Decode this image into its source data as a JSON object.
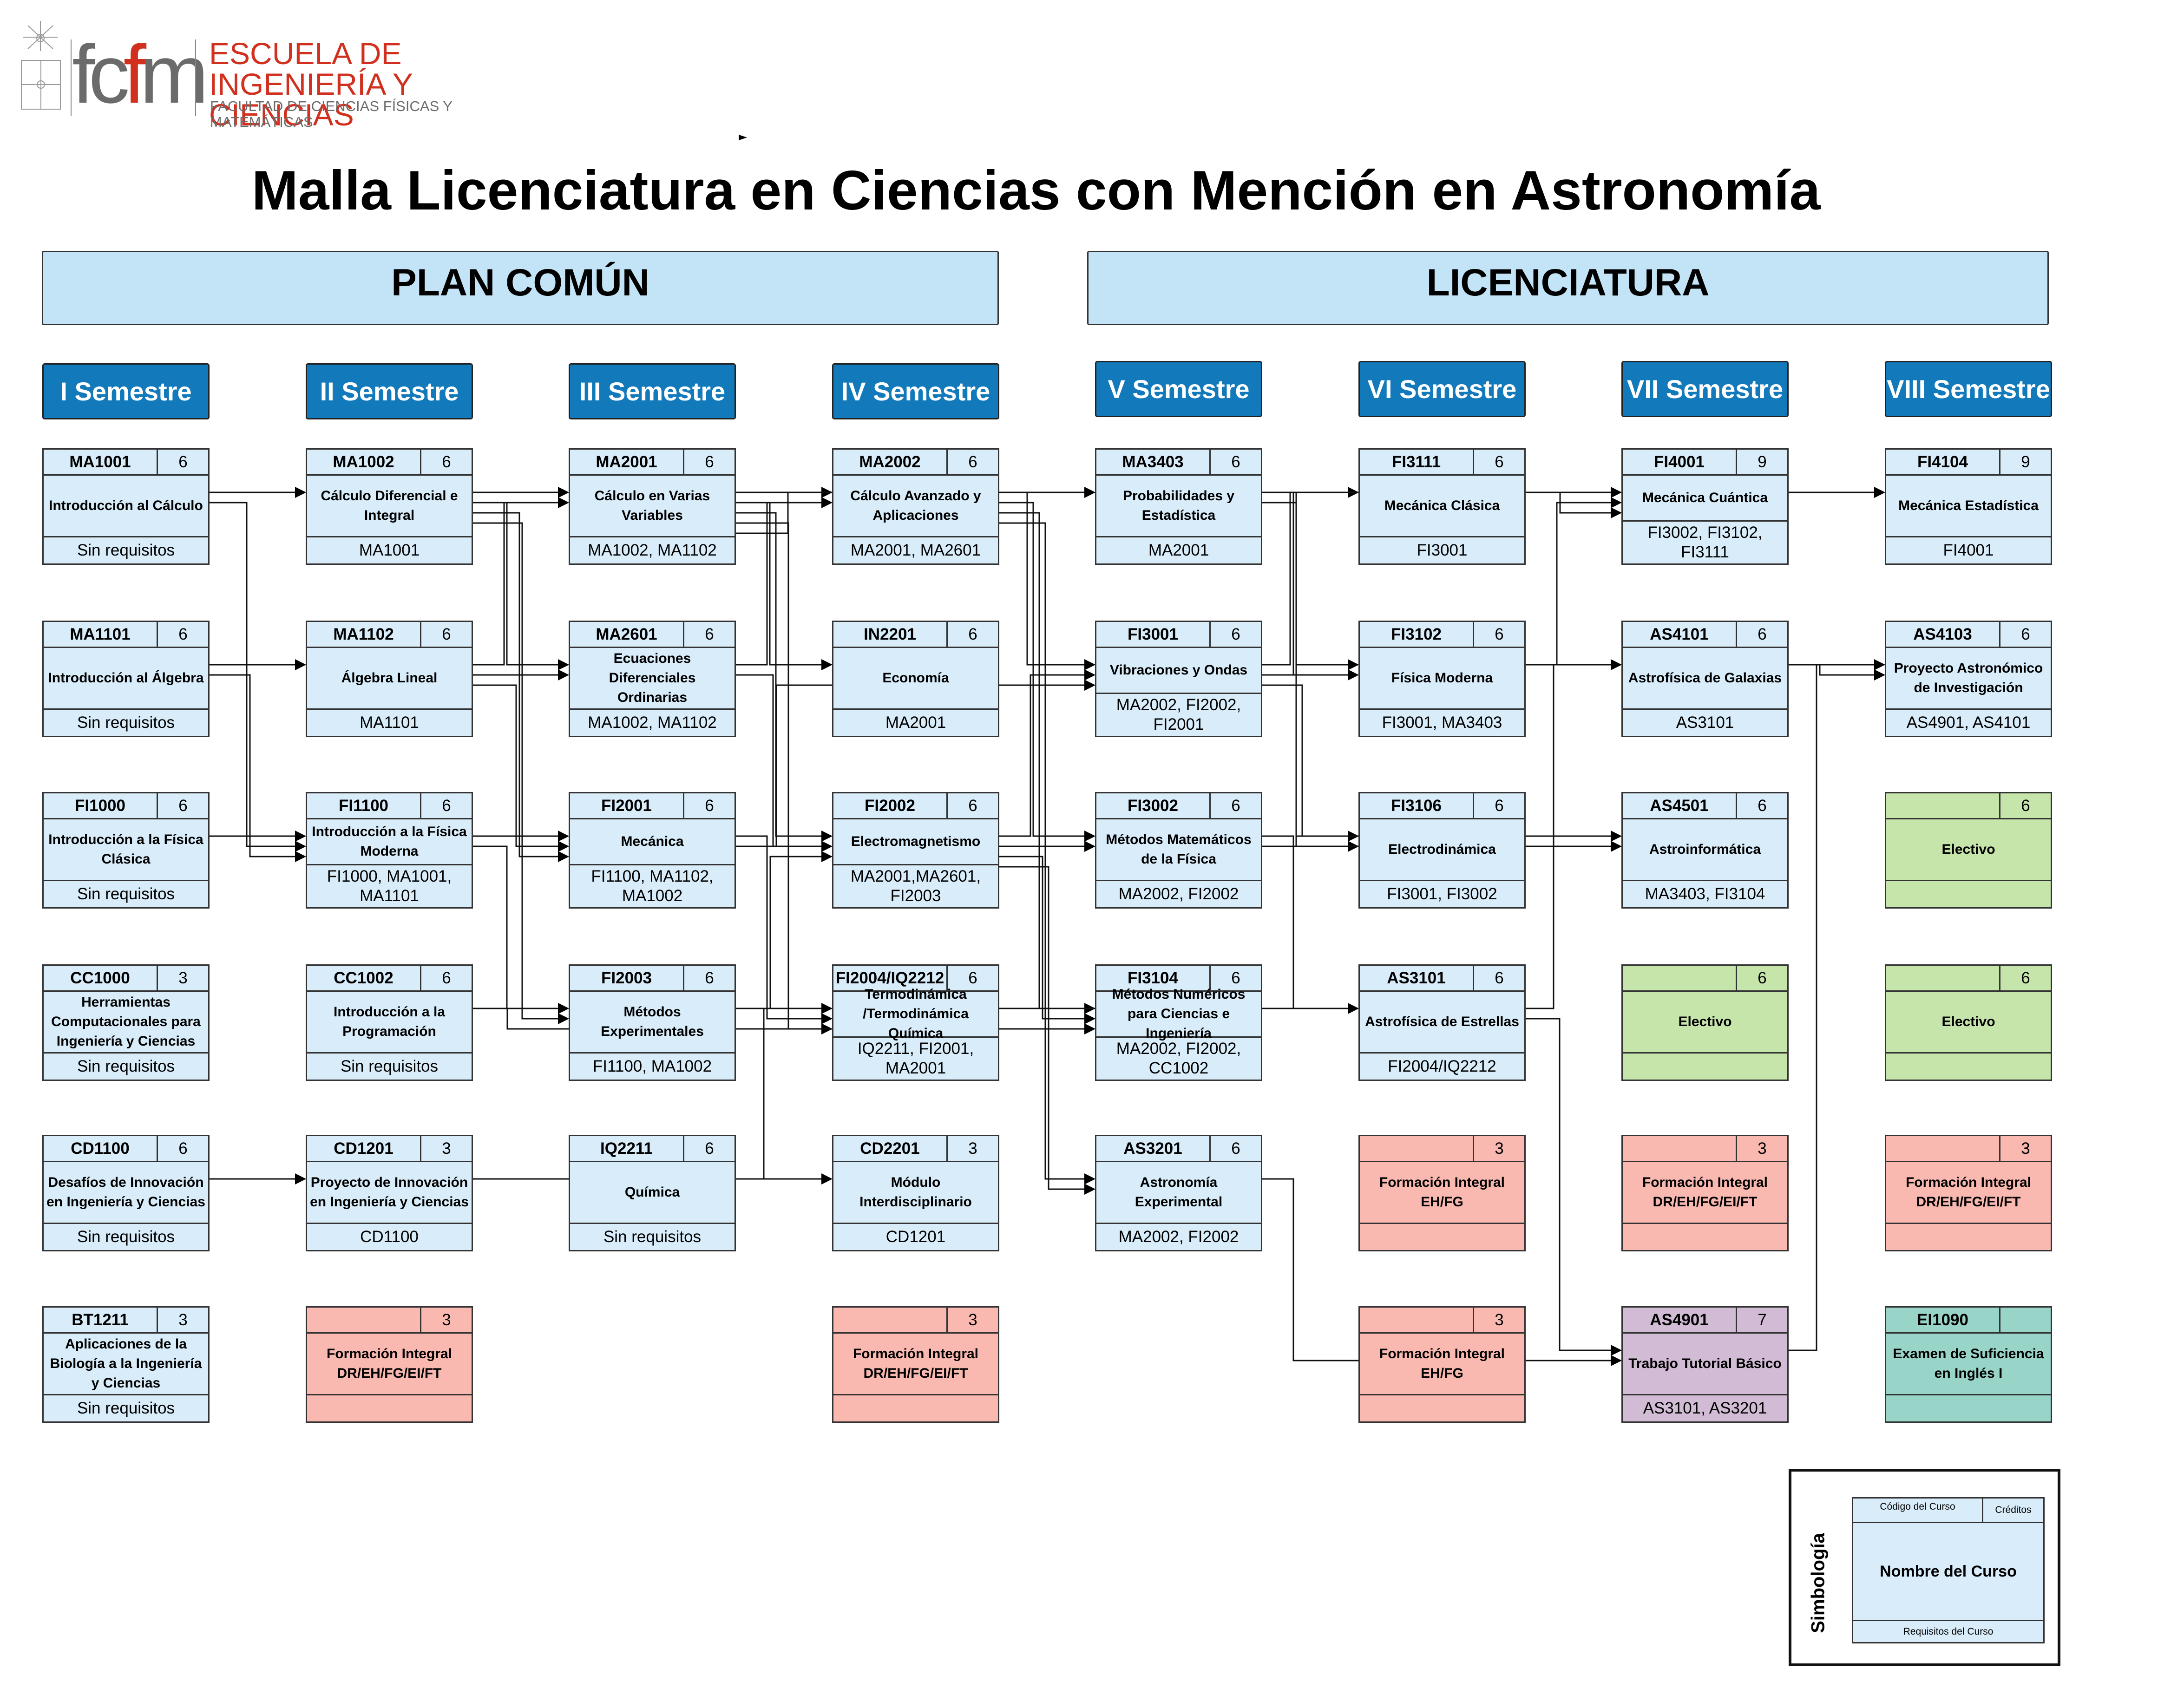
{
  "logo": {
    "wordmark_a": "fc",
    "wordmark_b": "f",
    "wordmark_c": "m",
    "school_line1": "ESCUELA DE",
    "school_line2": "INGENIERÍA Y CIENCIAS",
    "faculty": "FACULTAD DE CIENCIAS FÍSICAS Y MATEMÁTICAS",
    "colors": {
      "red": "#d2301f",
      "gray": "#6b6b6b"
    }
  },
  "title": "Malla Licenciatura en Ciencias con Mención en Astronomía",
  "sections": [
    {
      "label": "PLAN COMÚN"
    },
    {
      "label": "LICENCIATURA"
    }
  ],
  "semesters": [
    "I Semestre",
    "II Semestre",
    "III Semestre",
    "IV Semestre",
    "V Semestre",
    "VI Semestre",
    "VII Semestre",
    "VIII Semestre"
  ],
  "colors": {
    "section_bg": "#c3e4f6",
    "semester_bg": "#1279ba",
    "course_bg": "#d8ecf9",
    "elective_bg": "#c6e5ab",
    "integral_bg": "#fab9b0",
    "tutorial_bg": "#d2bbd5",
    "english_bg": "#99d4c9"
  },
  "courses": [
    {
      "id": "MA1001",
      "code": "MA1001",
      "credits": "6",
      "name": "Introducción al Cálculo",
      "req": "Sin requisitos",
      "sem": 0,
      "row": 0
    },
    {
      "id": "MA1101",
      "code": "MA1101",
      "credits": "6",
      "name": "Introducción al Álgebra",
      "req": "Sin requisitos",
      "sem": 0,
      "row": 1
    },
    {
      "id": "FI1000",
      "code": "FI1000",
      "credits": "6",
      "name": "Introducción a la Física Clásica",
      "req": "Sin requisitos",
      "sem": 0,
      "row": 2
    },
    {
      "id": "CC1000",
      "code": "CC1000",
      "credits": "3",
      "name": "Herramientas Computacionales para Ingeniería y Ciencias",
      "req": "Sin requisitos",
      "sem": 0,
      "row": 3
    },
    {
      "id": "CD1100",
      "code": "CD1100",
      "credits": "6",
      "name": "Desafíos de Innovación en Ingeniería y Ciencias",
      "req": "Sin requisitos",
      "sem": 0,
      "row": 4
    },
    {
      "id": "BT1211",
      "code": "BT1211",
      "credits": "3",
      "name": "Aplicaciones de la Biología a la Ingeniería y Ciencias",
      "req": "Sin requisitos",
      "sem": 0,
      "row": 5
    },
    {
      "id": "MA1002",
      "code": "MA1002",
      "credits": "6",
      "name": "Cálculo Diferencial e Integral",
      "req": "MA1001",
      "sem": 1,
      "row": 0
    },
    {
      "id": "MA1102",
      "code": "MA1102",
      "credits": "6",
      "name": "Álgebra Lineal",
      "req": "MA1101",
      "sem": 1,
      "row": 1
    },
    {
      "id": "FI1100",
      "code": "FI1100",
      "credits": "6",
      "name": "Introducción a la Física Moderna",
      "req": "FI1000, MA1001, MA1101",
      "sem": 1,
      "row": 2
    },
    {
      "id": "CC1002",
      "code": "CC1002",
      "credits": "6",
      "name": "Introducción a la Programación",
      "req": "Sin requisitos",
      "sem": 1,
      "row": 3
    },
    {
      "id": "CD1201",
      "code": "CD1201",
      "credits": "3",
      "name": "Proyecto de Innovación en Ingeniería y Ciencias",
      "req": "CD1100",
      "sem": 1,
      "row": 4
    },
    {
      "id": "FIN1",
      "code": "",
      "credits": "3",
      "name": "Formación Integral DR/EH/FG/EI/FT",
      "req": "",
      "sem": 1,
      "row": 5,
      "kind": "pink"
    },
    {
      "id": "MA2001",
      "code": "MA2001",
      "credits": "6",
      "name": "Cálculo en Varias Variables",
      "req": "MA1002, MA1102",
      "sem": 2,
      "row": 0
    },
    {
      "id": "MA2601",
      "code": "MA2601",
      "credits": "6",
      "name": "Ecuaciones Diferenciales Ordinarias",
      "req": "MA1002, MA1102",
      "sem": 2,
      "row": 1
    },
    {
      "id": "FI2001",
      "code": "FI2001",
      "credits": "6",
      "name": "Mecánica",
      "req": "FI1100, MA1102, MA1002",
      "sem": 2,
      "row": 2
    },
    {
      "id": "FI2003",
      "code": "FI2003",
      "credits": "6",
      "name": "Métodos Experimentales",
      "req": "FI1100, MA1002",
      "sem": 2,
      "row": 3
    },
    {
      "id": "IQ2211",
      "code": "IQ2211",
      "credits": "6",
      "name": "Química",
      "req": "Sin requisitos",
      "sem": 2,
      "row": 4
    },
    {
      "id": "MA2002",
      "code": "MA2002",
      "credits": "6",
      "name": "Cálculo Avanzado y Aplicaciones",
      "req": "MA2001, MA2601",
      "sem": 3,
      "row": 0
    },
    {
      "id": "IN2201",
      "code": "IN2201",
      "credits": "6",
      "name": "Economía",
      "req": "MA2001",
      "sem": 3,
      "row": 1
    },
    {
      "id": "FI2002",
      "code": "FI2002",
      "credits": "6",
      "name": "Electromagnetismo",
      "req": "MA2001,MA2601, FI2003",
      "sem": 3,
      "row": 2
    },
    {
      "id": "FI2004",
      "code": "FI2004/IQ2212",
      "credits": "6",
      "name": "Termodinámica /Termodinámica Química",
      "req": "IQ2211, FI2001, MA2001",
      "sem": 3,
      "row": 3
    },
    {
      "id": "CD2201",
      "code": "CD2201",
      "credits": "3",
      "name": "Módulo Interdisciplinario",
      "req": "CD1201",
      "sem": 3,
      "row": 4
    },
    {
      "id": "FIN2",
      "code": "",
      "credits": "3",
      "name": "Formación Integral DR/EH/FG/EI/FT",
      "req": "",
      "sem": 3,
      "row": 5,
      "kind": "pink"
    },
    {
      "id": "MA3403",
      "code": "MA3403",
      "credits": "6",
      "name": "Probabilidades y Estadística",
      "req": "MA2001",
      "sem": 4,
      "row": 0
    },
    {
      "id": "FI3001",
      "code": "FI3001",
      "credits": "6",
      "name": "Vibraciones y Ondas",
      "req": "MA2002, FI2002, FI2001",
      "sem": 4,
      "row": 1
    },
    {
      "id": "FI3002",
      "code": "FI3002",
      "credits": "6",
      "name": "Métodos Matemáticos de la Física",
      "req": "MA2002, FI2002",
      "sem": 4,
      "row": 2
    },
    {
      "id": "FI3104",
      "code": "FI3104",
      "credits": "6",
      "name": "Métodos Numéricos para Ciencias e Ingeniería",
      "req": "MA2002, FI2002, CC1002",
      "sem": 4,
      "row": 3
    },
    {
      "id": "AS3201",
      "code": "AS3201",
      "credits": "6",
      "name": "Astronomía Experimental",
      "req": "MA2002, FI2002",
      "sem": 4,
      "row": 4
    },
    {
      "id": "FI3111",
      "code": "FI3111",
      "credits": "6",
      "name": "Mecánica Clásica",
      "req": "FI3001",
      "sem": 5,
      "row": 0
    },
    {
      "id": "FI3102",
      "code": "FI3102",
      "credits": "6",
      "name": "Física Moderna",
      "req": "FI3001, MA3403",
      "sem": 5,
      "row": 1
    },
    {
      "id": "FI3106",
      "code": "FI3106",
      "credits": "6",
      "name": "Electrodinámica",
      "req": "FI3001, FI3002",
      "sem": 5,
      "row": 2
    },
    {
      "id": "AS3101",
      "code": "AS3101",
      "credits": "6",
      "name": "Astrofísica de Estrellas",
      "req": "FI2004/IQ2212",
      "sem": 5,
      "row": 3
    },
    {
      "id": "FIN3",
      "code": "",
      "credits": "3",
      "name": "Formación Integral EH/FG",
      "req": "",
      "sem": 5,
      "row": 4,
      "kind": "pink"
    },
    {
      "id": "FIN4",
      "code": "",
      "credits": "3",
      "name": "Formación Integral EH/FG",
      "req": "",
      "sem": 5,
      "row": 5,
      "kind": "pink"
    },
    {
      "id": "FI4001",
      "code": "FI4001",
      "credits": "9",
      "name": "Mecánica Cuántica",
      "req": "FI3002, FI3102, FI3111",
      "sem": 6,
      "row": 0
    },
    {
      "id": "AS4101",
      "code": "AS4101",
      "credits": "6",
      "name": "Astrofísica de Galaxias",
      "req": "AS3101",
      "sem": 6,
      "row": 1
    },
    {
      "id": "AS4501",
      "code": "AS4501",
      "credits": "6",
      "name": "Astroinformática",
      "req": "MA3403, FI3104",
      "sem": 6,
      "row": 2
    },
    {
      "id": "ELE1",
      "code": "",
      "credits": "6",
      "name": "Electivo",
      "req": "",
      "sem": 6,
      "row": 3,
      "kind": "green"
    },
    {
      "id": "FIN5",
      "code": "",
      "credits": "3",
      "name": "Formación Integral DR/EH/FG/EI/FT",
      "req": "",
      "sem": 6,
      "row": 4,
      "kind": "pink"
    },
    {
      "id": "AS4901",
      "code": "AS4901",
      "credits": "7",
      "name": "Trabajo Tutorial Básico",
      "req": "AS3101,  AS3201",
      "sem": 6,
      "row": 5,
      "kind": "purple"
    },
    {
      "id": "FI4104",
      "code": "FI4104",
      "credits": "9",
      "name": "Mecánica Estadística",
      "req": "FI4001",
      "sem": 7,
      "row": 0
    },
    {
      "id": "AS4103",
      "code": "AS4103",
      "credits": "6",
      "name": "Proyecto Astronómico de Investigación",
      "req": "AS4901, AS4101",
      "sem": 7,
      "row": 1
    },
    {
      "id": "ELE2",
      "code": "",
      "credits": "6",
      "name": "Electivo",
      "req": "",
      "sem": 7,
      "row": 2,
      "kind": "green"
    },
    {
      "id": "ELE3",
      "code": "",
      "credits": "6",
      "name": "Electivo",
      "req": "",
      "sem": 7,
      "row": 3,
      "kind": "green"
    },
    {
      "id": "FIN6",
      "code": "",
      "credits": "3",
      "name": "Formación Integral DR/EH/FG/EI/FT",
      "req": "",
      "sem": 7,
      "row": 4,
      "kind": "pink"
    },
    {
      "id": "EI1090",
      "code": "EI1090",
      "credits": "",
      "name": "Examen de Suficiencia en Inglés I",
      "req": "",
      "sem": 7,
      "row": 5,
      "kind": "teal"
    }
  ],
  "legend": {
    "title": "Simbología",
    "code_label": "Código del Curso",
    "credits_label": "Créditos",
    "name_label": "Nombre del Curso",
    "req_label": "Requisitos del Curso"
  }
}
